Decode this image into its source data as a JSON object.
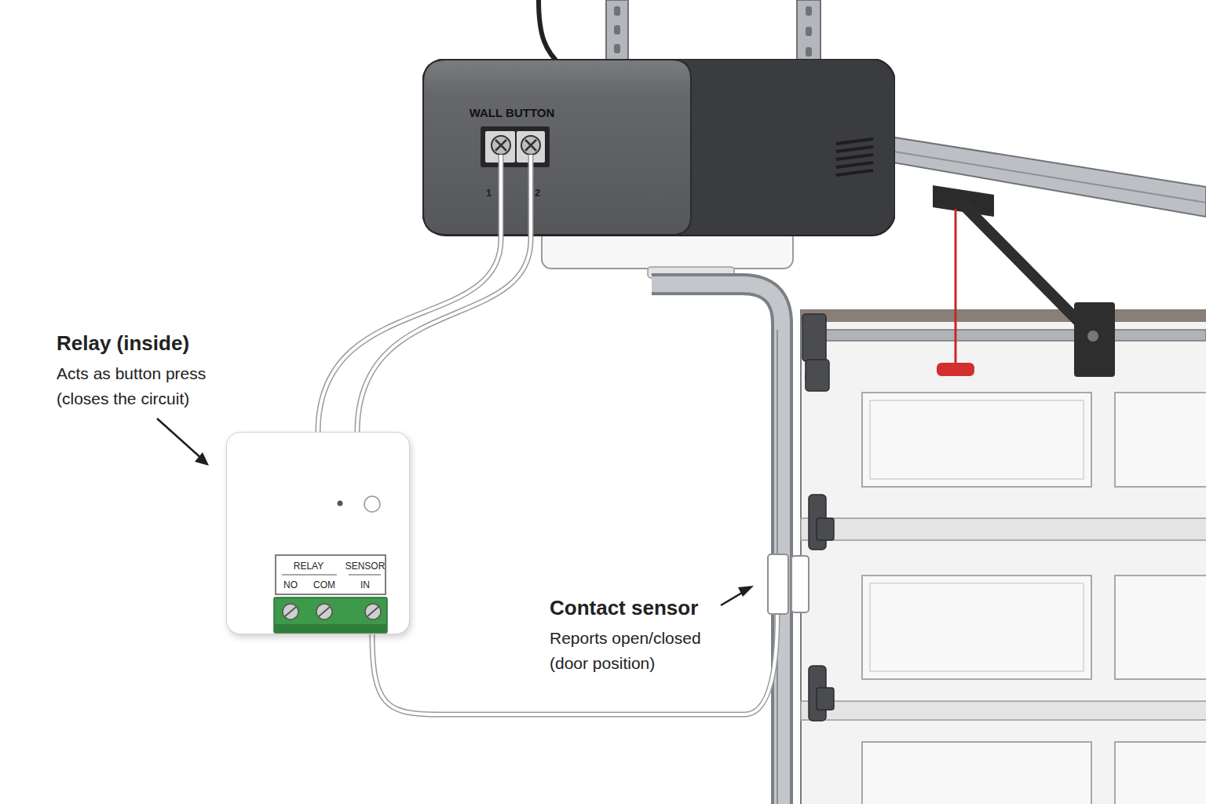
{
  "diagram": {
    "nodes": [
      {
        "text": [
          "WALL BUTTON"
        ]
      },
      {
        "text": [
          "RELAY",
          "SENSOR",
          "NO",
          "COM",
          "IN"
        ]
      }
    ],
    "edges": [
      {
        "from": 0,
        "to": 1,
        "arrow": "none"
      },
      {
        "from": 0,
        "to": 1,
        "arrow": "none"
      }
    ],
    "labels": [
      "1",
      "2",
      "Relay (inside)",
      "Acts as button press (closes the circuit)",
      "Contact sensor",
      "Reports open/closed (door position)"
    ]
  }
}
